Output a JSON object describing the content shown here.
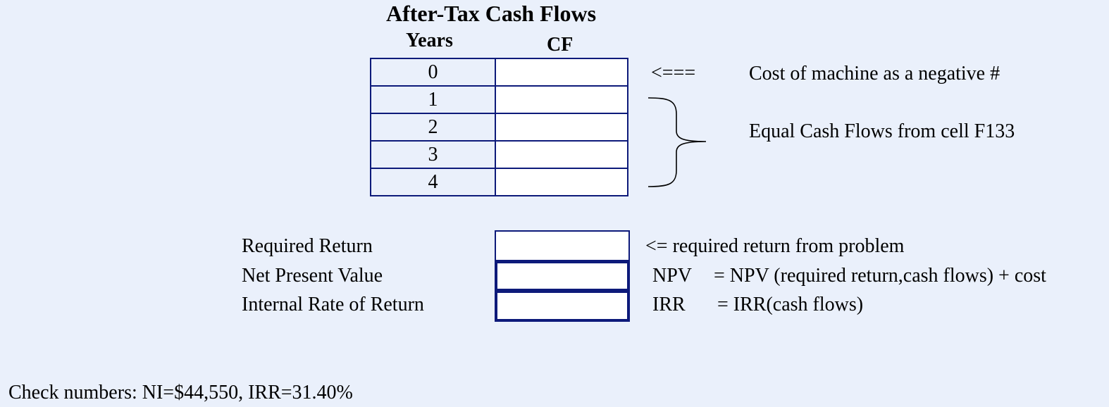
{
  "title": "After-Tax Cash Flows",
  "columns": {
    "years": "Years",
    "cf": "CF"
  },
  "rows": [
    {
      "year": "0"
    },
    {
      "year": "1"
    },
    {
      "year": "2"
    },
    {
      "year": "3"
    },
    {
      "year": "4"
    }
  ],
  "notes": {
    "arrow": "<===",
    "cost": "Cost of machine as a negative #",
    "equal": "Equal Cash Flows from cell F133"
  },
  "inputs": {
    "required_return_label": "Required Return",
    "npv_label": "Net Present Value",
    "irr_label": "Internal Rate of Return",
    "required_return_note": "<= required return from problem",
    "npv_note_key": "NPV",
    "npv_note_formula": "= NPV (required return,cash flows) + cost",
    "irr_note_key": "IRR",
    "irr_note_formula": "= IRR(cash flows)"
  },
  "check_numbers": "Check numbers: NI=$44,550, IRR=31.40%",
  "colors": {
    "background": "#eaf0fb",
    "border": "#0d1a7a",
    "cell": "#ffffff"
  }
}
